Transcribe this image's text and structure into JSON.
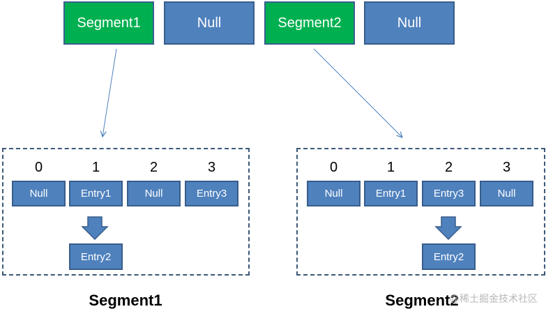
{
  "top_row": [
    {
      "label": "Segment1",
      "color": "#00b050"
    },
    {
      "label": "Null",
      "color": "#4f81bd"
    },
    {
      "label": "Segment2",
      "color": "#00b050"
    },
    {
      "label": "Null",
      "color": "#4f81bd"
    }
  ],
  "segment1": {
    "indices": [
      "0",
      "1",
      "2",
      "3"
    ],
    "cells": [
      "Null",
      "Entry1",
      "Null",
      "Entry3"
    ],
    "chained": "Entry2",
    "caption": "Segment1"
  },
  "segment2": {
    "indices": [
      "0",
      "1",
      "2",
      "3"
    ],
    "cells": [
      "Null",
      "Entry1",
      "Entry3",
      "Null"
    ],
    "chained": "Entry2",
    "caption": "Segment2"
  },
  "watermark": "@稀土掘金技术社区"
}
